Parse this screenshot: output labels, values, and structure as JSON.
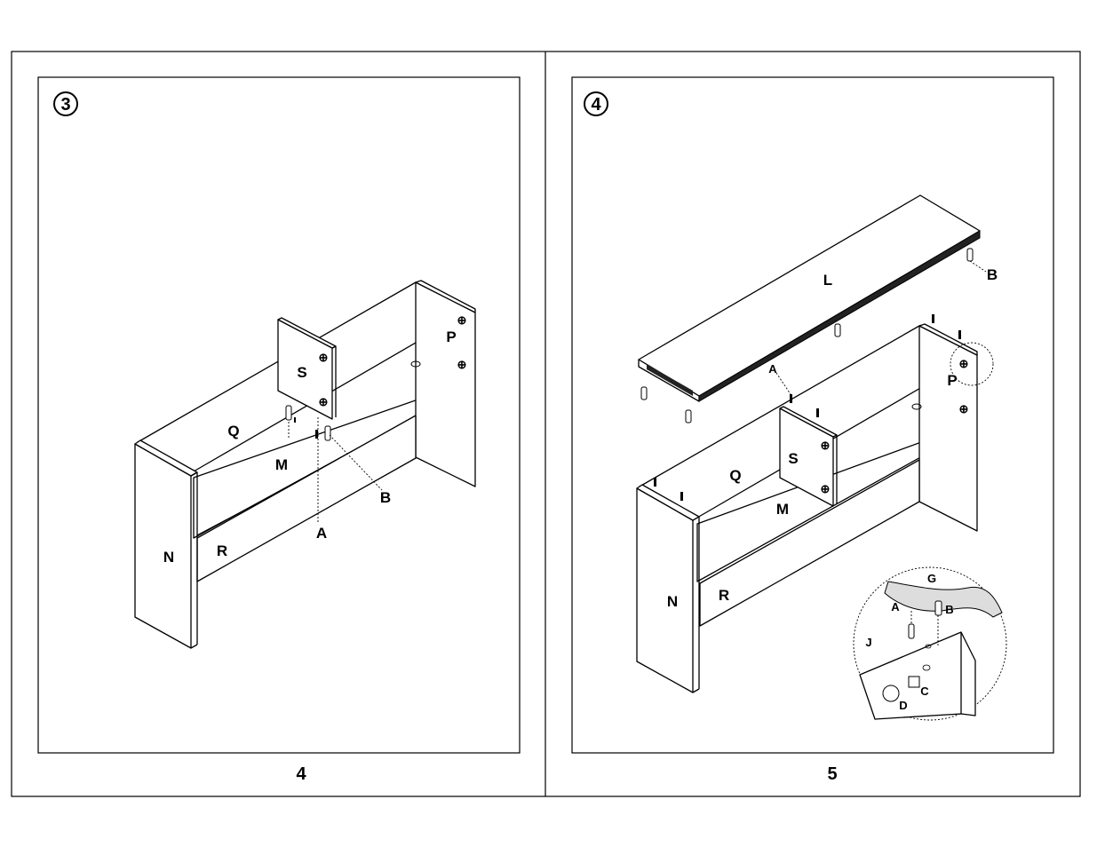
{
  "pages": [
    {
      "step": "3",
      "page_number": "4",
      "labels": {
        "N": "N",
        "R": "R",
        "M": "M",
        "Q": "Q",
        "S": "S",
        "P": "P",
        "A": "A",
        "B": "B"
      }
    },
    {
      "step": "4",
      "page_number": "5",
      "labels": {
        "L": "L",
        "B": "B",
        "A": "A",
        "P": "P",
        "S": "S",
        "Q": "Q",
        "M": "M",
        "N": "N",
        "R": "R"
      },
      "detail_labels": {
        "G": "G",
        "A": "A",
        "B": "B",
        "J": "J",
        "C": "C",
        "D": "D"
      }
    }
  ]
}
